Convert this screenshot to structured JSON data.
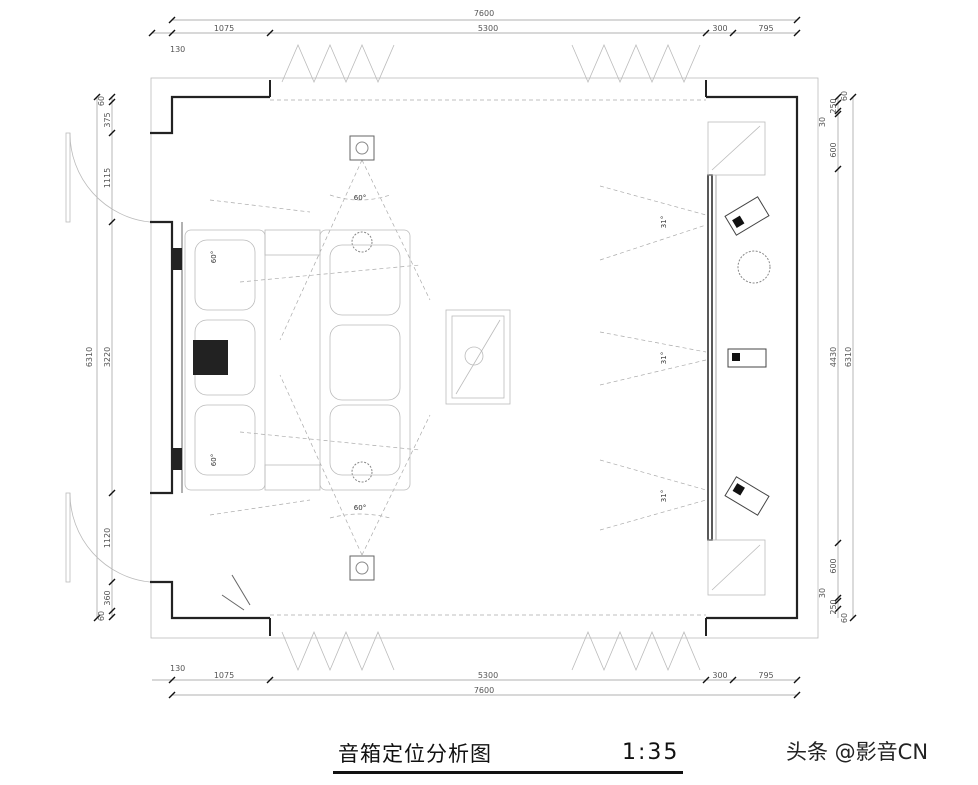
{
  "title": "音箱定位分析图",
  "scale": "1:35",
  "watermark": "头条 @影音CN",
  "dims": {
    "top_total": "7600",
    "top_segments": [
      "130",
      "1075",
      "5300",
      "300",
      "795"
    ],
    "bottom_total": "7600",
    "bottom_segments": [
      "130",
      "1075",
      "5300",
      "300",
      "795"
    ],
    "left_total": "6310",
    "left_segments": [
      "60",
      "375",
      "1115",
      "3220",
      "1120",
      "360",
      "60"
    ],
    "right_total": "6310",
    "right_segments": [
      "60",
      "250",
      "30",
      "600",
      "4430",
      "600",
      "30",
      "250",
      "60"
    ]
  },
  "angles": {
    "front_top": "60°",
    "front_bottom": "60°",
    "seat_top": "60°",
    "seat_bottom": "60°",
    "right_1": "31°",
    "right_2": "31°",
    "right_3": "31°"
  }
}
